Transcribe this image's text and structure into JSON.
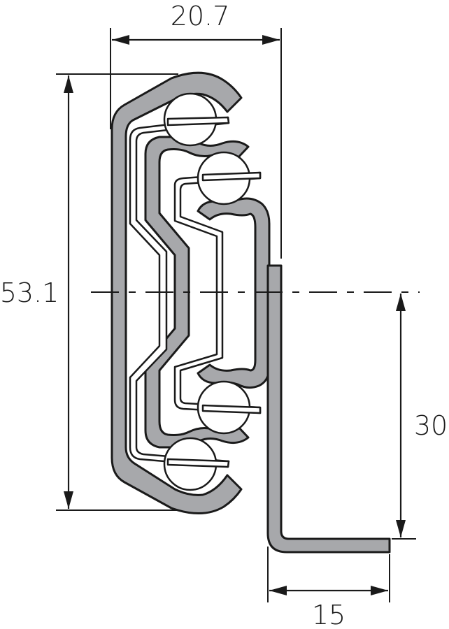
{
  "drawing": {
    "type": "cross-section",
    "subject": "ball-bearing drawer slide profile",
    "colors": {
      "rail_fill": "#a7a8ab",
      "outline": "#1a1a1a",
      "background": "#ffffff"
    },
    "dimensions": {
      "width_top": "20.7",
      "height_total": "53.1",
      "height_mount": "30",
      "width_flange": "15"
    },
    "ball_count": 4
  }
}
